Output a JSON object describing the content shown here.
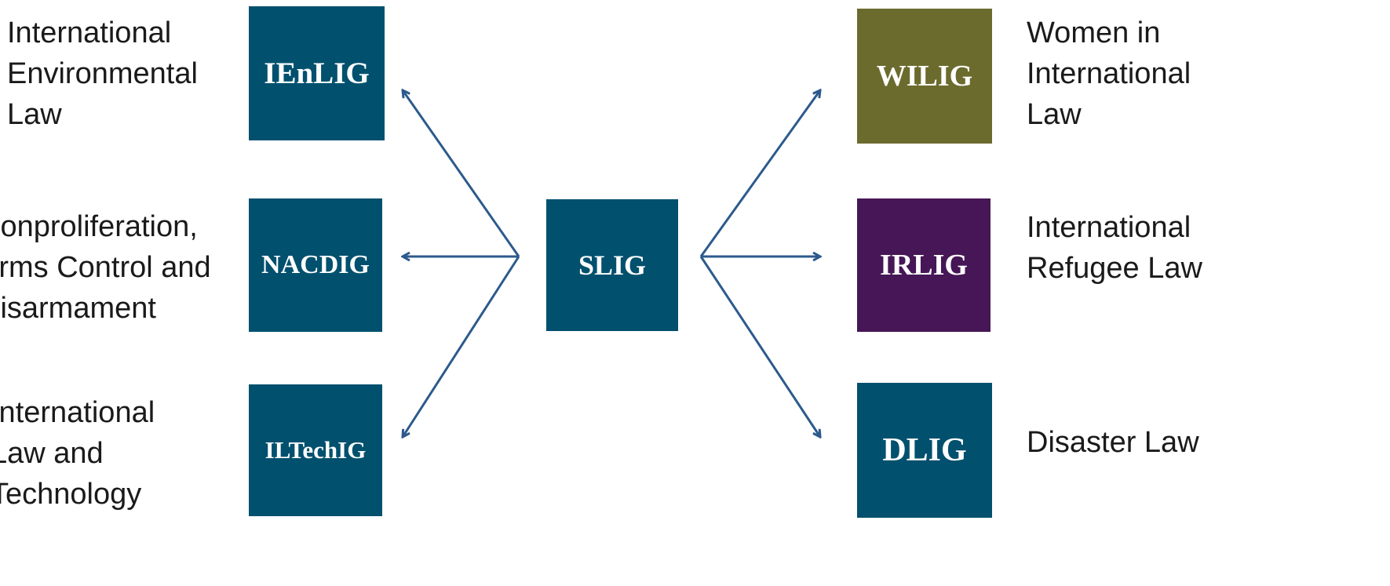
{
  "center": {
    "abbr": "SLIG",
    "color": "#00506e"
  },
  "left_groups": [
    {
      "abbr": "IEnLIG",
      "color": "#00506e",
      "label_lines": [
        "International",
        "Environmental",
        "Law"
      ]
    },
    {
      "abbr": "NACDIG",
      "color": "#00506e",
      "label_lines": [
        "Nonproliferation,",
        "Arms Control and",
        "Disarmament"
      ]
    },
    {
      "abbr": "ILTechIG",
      "color": "#00506e",
      "label_lines": [
        "International",
        "Law and",
        "Technology"
      ]
    }
  ],
  "right_groups": [
    {
      "abbr": "WILIG",
      "color": "#6b6b2e",
      "label_lines": [
        "Women in",
        "International",
        "Law"
      ]
    },
    {
      "abbr": "IRLIG",
      "color": "#461656",
      "label_lines": [
        "International",
        "Refugee Law"
      ]
    },
    {
      "abbr": "DLIG",
      "color": "#00506e",
      "label_lines": [
        "Disaster Law"
      ]
    }
  ],
  "arrow_color": "#2c5a8c"
}
